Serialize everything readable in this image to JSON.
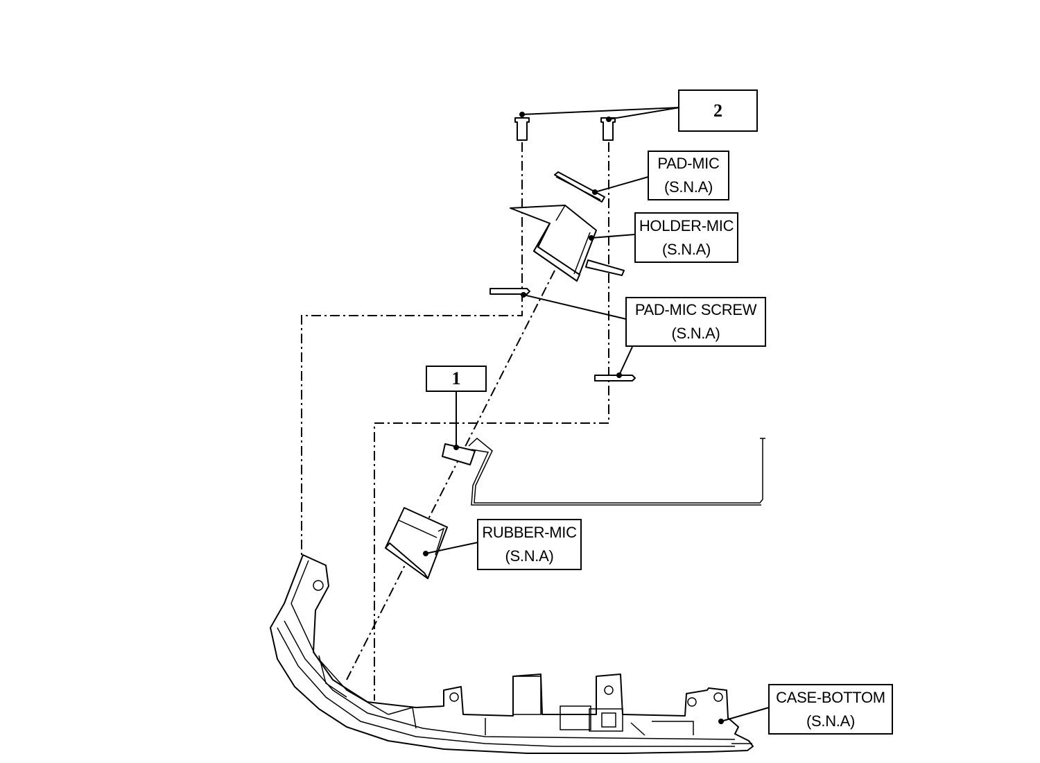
{
  "callouts": {
    "ref_2": "2",
    "ref_1": "1",
    "pad_mic": {
      "name": "PAD-MIC",
      "note": "(S.N.A)"
    },
    "holder_mic": {
      "name": "HOLDER-MIC",
      "note": "(S.N.A)"
    },
    "pad_mic_screw": {
      "name": "PAD-MIC SCREW",
      "note": "(S.N.A)"
    },
    "rubber_mic": {
      "name": "RUBBER-MIC",
      "note": "(S.N.A)"
    },
    "case_bottom": {
      "name": "CASE-BOTTOM",
      "note": "(S.N.A)"
    }
  }
}
